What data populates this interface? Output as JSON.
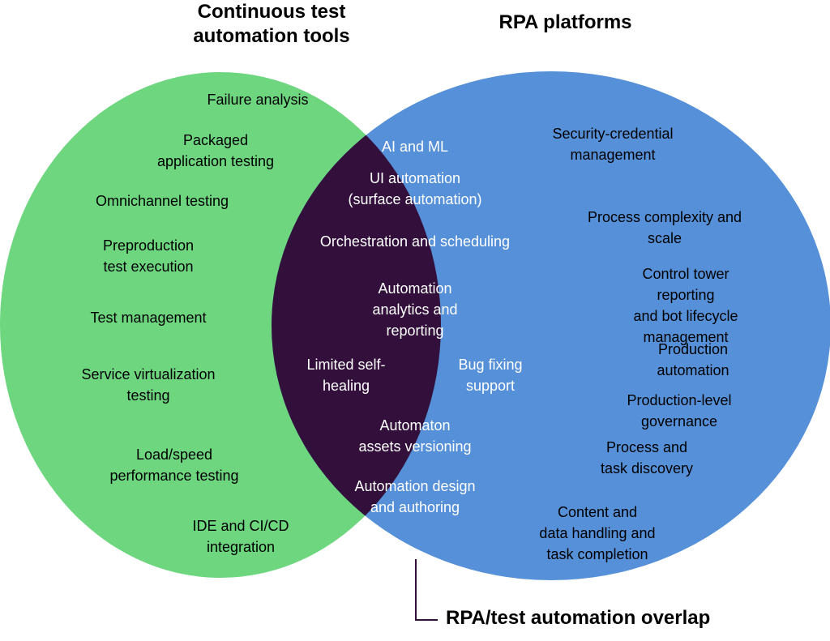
{
  "titles": {
    "left": "Continuous test\nautomation tools",
    "right": "RPA platforms",
    "overlap": "RPA/test automation overlap"
  },
  "colors": {
    "left_circle": "#6dd67e",
    "right_circle": "#5590d8",
    "overlap": "#33103b",
    "callout_line": "#33103b"
  },
  "left_items": [
    "Failure analysis",
    "Packaged\napplication testing",
    "Omnichannel testing",
    "Preproduction\ntest execution",
    "Test management",
    "Service virtualization\ntesting",
    "Load/speed\nperformance testing",
    "IDE and CI/CD\nintegration"
  ],
  "overlap_items": [
    "AI and ML",
    "UI automation\n(surface automation)",
    "Orchestration and scheduling",
    "Automation\nanalytics and\nreporting",
    "Limited self-\nhealing",
    "Bug fixing\nsupport",
    "Automaton\nassets versioning",
    "Automation design\nand authoring"
  ],
  "right_items": [
    "Security-credential\nmanagement",
    "Process complexity and scale",
    "Control tower reporting\nand bot lifecycle management",
    "Production automation",
    "Production-level governance",
    "Process and\ntask discovery",
    "Content and\ndata handling and\ntask completion"
  ]
}
